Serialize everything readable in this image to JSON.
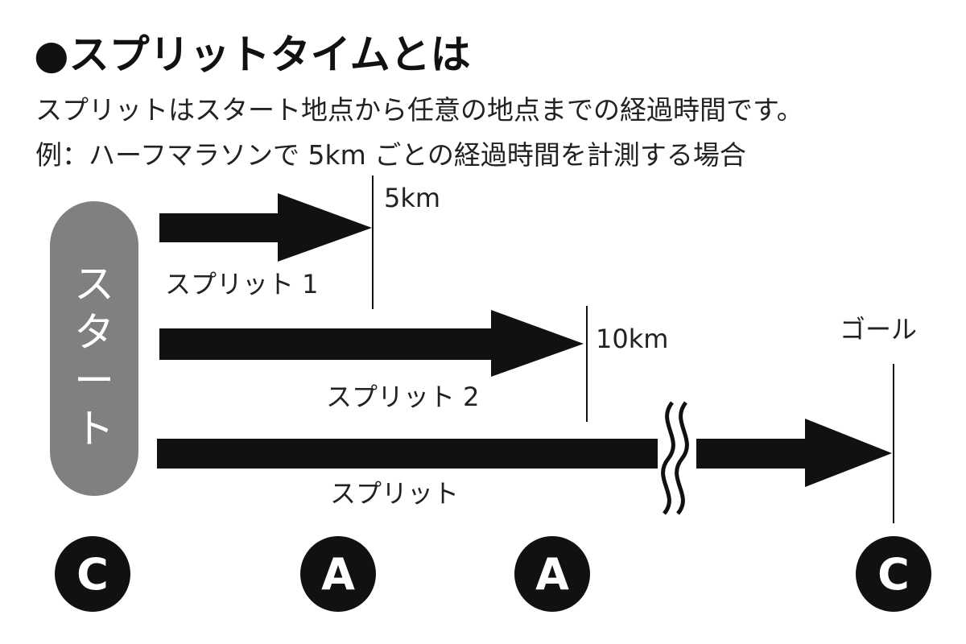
{
  "title": "●スプリットタイムとは",
  "description": "スプリットはスタート地点から任意の地点までの経過時間です。",
  "example": "例：ハーフマラソンで 5km ごとの経過時間を計測する場合",
  "start_label": [
    "ス",
    "タ",
    "ー",
    "ト"
  ],
  "markers": {
    "km5": "5km",
    "km10": "10km",
    "goal": "ゴール"
  },
  "arrows": {
    "split1": "スプリット 1",
    "split2": "スプリット 2",
    "split": "スプリット"
  },
  "badges": [
    "C",
    "A",
    "A",
    "C"
  ],
  "colors": {
    "start_pill": "#808080",
    "arrow": "#111111",
    "badge": "#111111"
  }
}
